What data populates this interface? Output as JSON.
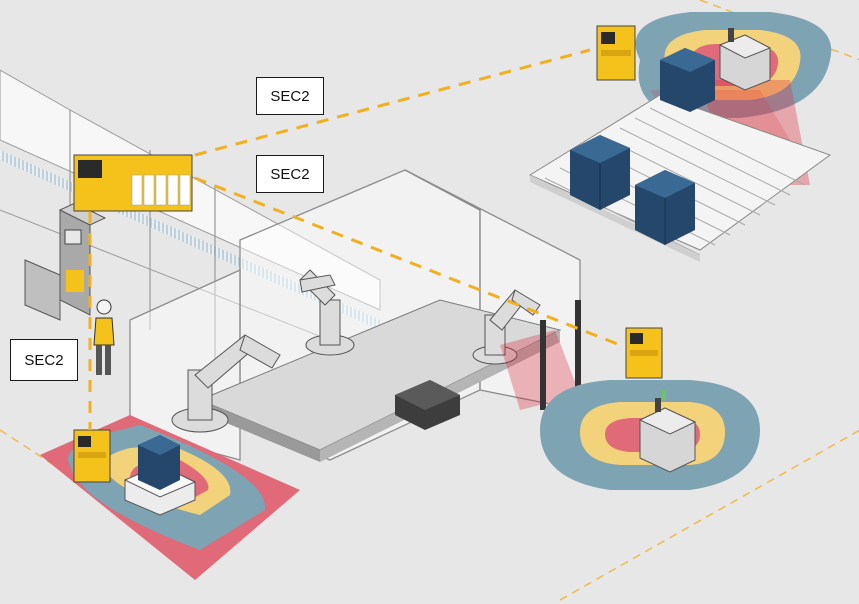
{
  "labels": {
    "sec_top": "SEC2",
    "sec_middle": "SEC2",
    "sec_left": "SEC2"
  },
  "colors": {
    "background": "#e7e7e7",
    "zone_outer_blue": "#7ea3b3",
    "zone_warning_yellow": "#f2d27a",
    "zone_danger_red": "#e06a78",
    "controller_yellow": "#f4c21a",
    "safety_link_dash": "#f0b020",
    "crate_blue": "#24476b",
    "light_curtain_red": "#d81e2c"
  },
  "icons": [
    "safety-relay-icon",
    "agv-icon",
    "robot-arm-icon",
    "worker-icon",
    "light-curtain-icon",
    "crate-stack-icon"
  ]
}
